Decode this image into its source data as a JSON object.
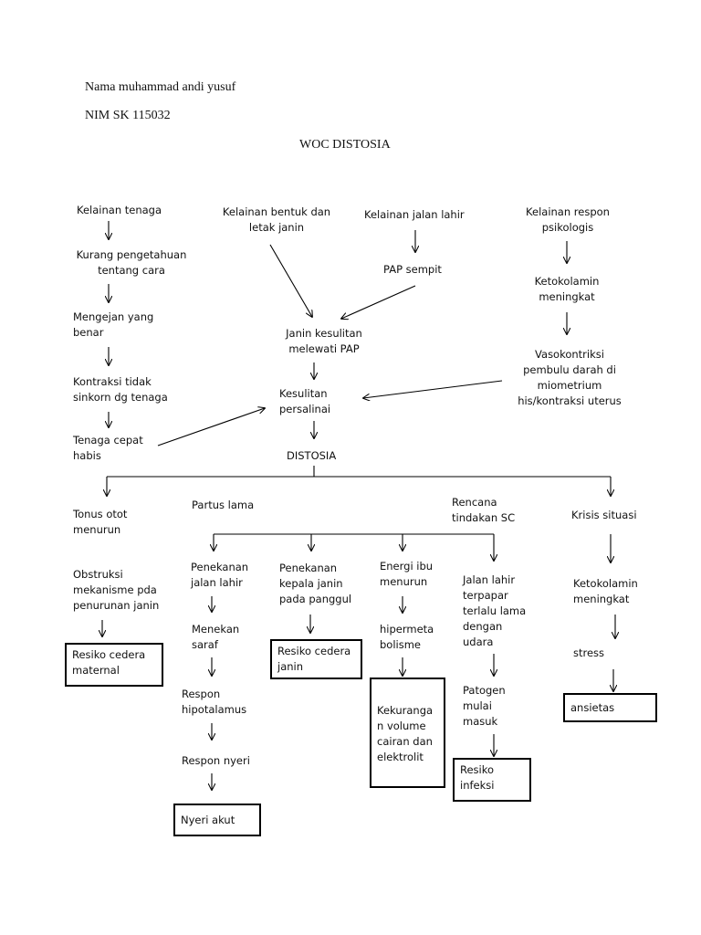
{
  "header": {
    "name": "Nama muhammad andi yusuf",
    "nim": "NIM   SK 115032",
    "title": "WOC DISTOSIA"
  },
  "nodes": {
    "kelainan_tenaga": "Kelainan tenaga",
    "kurang_pengetahuan": "Kurang pengetahuan\ntentang cara",
    "mengejan": "Mengejan yang\nbenar",
    "kontraksi": "Kontraksi tidak\nsinkorn dg tenaga",
    "tenaga_habis": "Tenaga cepat\nhabis",
    "kelainan_bentuk": "Kelainan bentuk dan\nletak janin",
    "kelainan_jalan": "Kelainan jalan lahir",
    "pap_sempit": "PAP sempit",
    "kelainan_respon": "Kelainan respon\npsikologis",
    "ketokolamin_1": "Ketokolamin\nmeningkat",
    "vasokontriksi": "Vasokontriksi\npembulu darah di\nmiometrium\nhis/kontraksi uterus",
    "janin_kesulitan": "Janin kesulitan\nmelewati PAP",
    "kesulitan_persalinan": "Kesulitan\npersalinai",
    "distosia": "DISTOSIA",
    "tonus": "Tonus otot\nmenurun",
    "obstruksi": "Obstruksi\nmekanisme pda\npenurunan janin",
    "partus": "Partus lama",
    "rencana": "Rencana\ntindakan SC",
    "krisis": "Krisis situasi",
    "penekanan_jalan": "Penekanan\njalan lahir",
    "menekan_saraf": "Menekan\nsaraf",
    "respon_hipo": "Respon\nhipotalamus",
    "respon_nyeri": "Respon nyeri",
    "penekanan_kepala": "Penekanan\nkepala janin\npada panggul",
    "energi": "Energi ibu\nmenurun",
    "hipermetabolisme": "hipermeta\nbolisme",
    "jalan_terpapar": "Jalan lahir\nterpapar\nterlalu lama\ndengan\nudara",
    "patogen": "Patogen\nmulai\nmasuk",
    "ketokolamin_2": "Ketokolamin\nmeningkat",
    "stress": "stress"
  },
  "boxes": {
    "resiko_maternal": "Resiko cedera\nmaternal",
    "resiko_janin": "Resiko cedera\njanin",
    "kekurangan_volume": "Kekuranga\nn volume\ncairan dan\nelektrolit",
    "resiko_infeksi": "Resiko\ninfeksi",
    "nyeri_akut": "Nyeri akut",
    "ansietas": "ansietas"
  }
}
